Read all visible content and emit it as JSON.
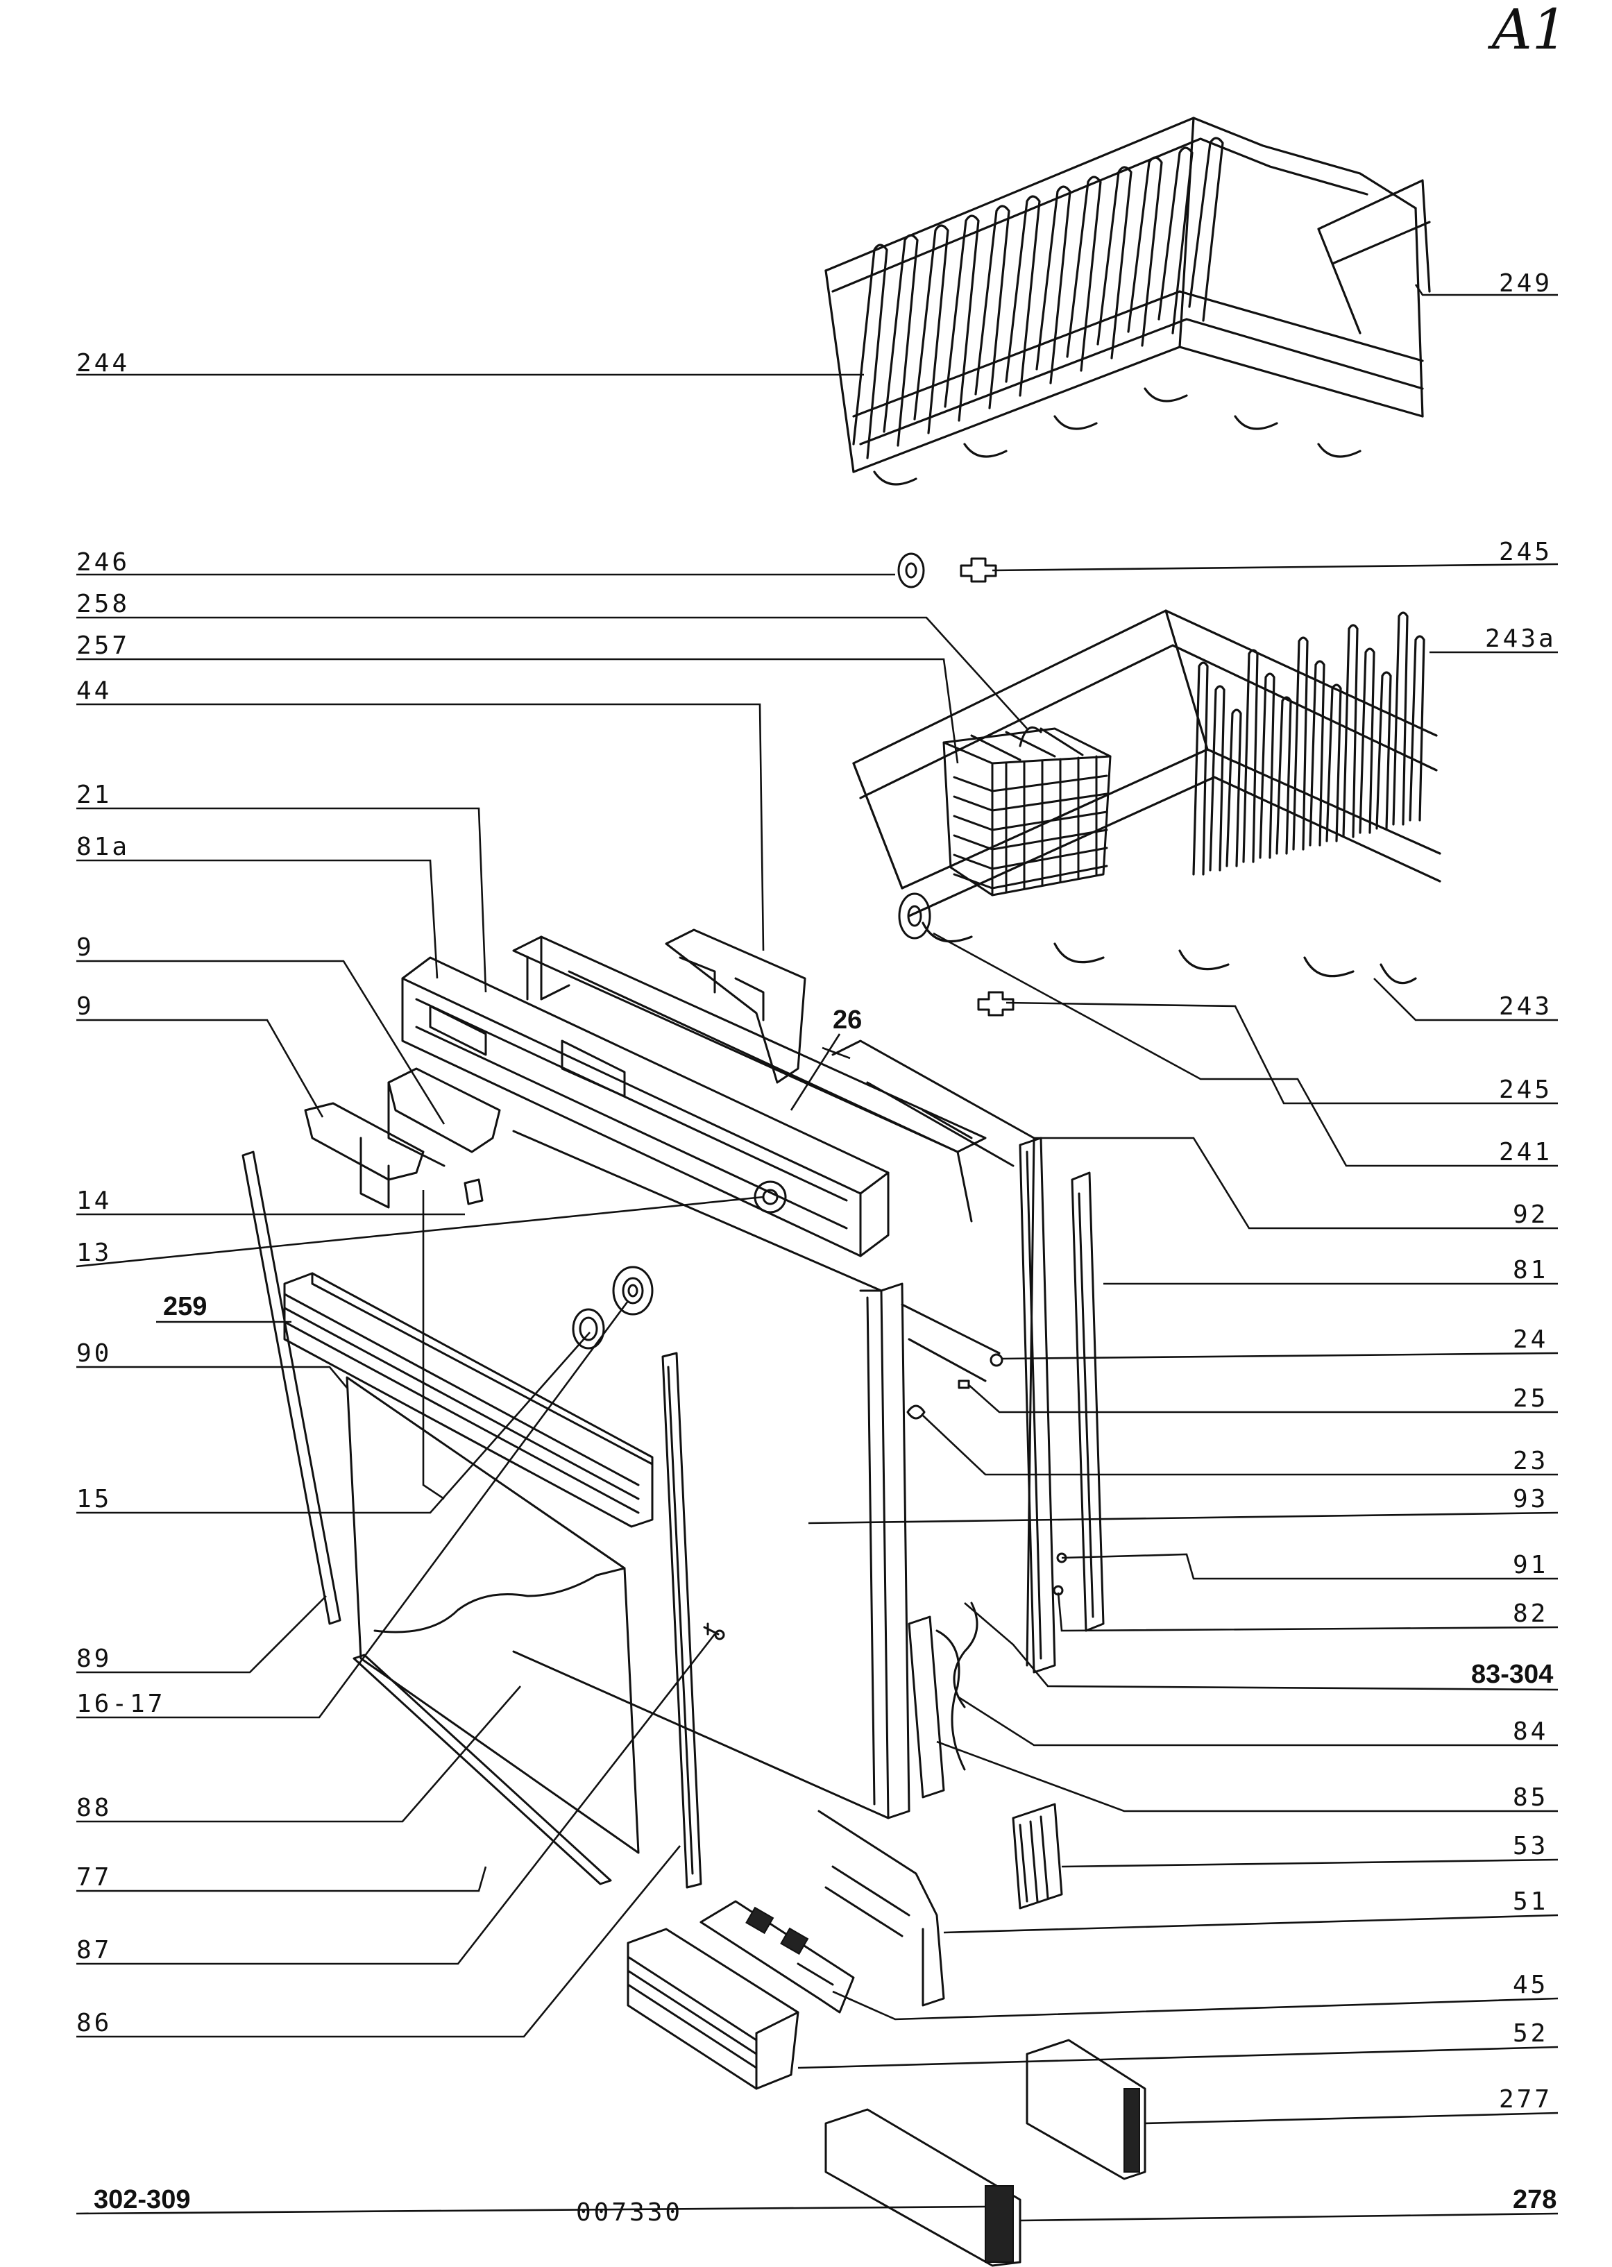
{
  "page_code": "A1",
  "footer_code": "007330",
  "parts": {
    "p244": "244",
    "p249": "249",
    "p246": "246",
    "p245a": "245",
    "p258": "258",
    "p243a": "243a",
    "p257": "257",
    "p44": "44",
    "p21": "21",
    "p81a": "81a",
    "p9a": "9",
    "p9b": "9",
    "p26": "26",
    "p243": "243",
    "p245b": "245",
    "p241": "241",
    "p92": "92",
    "p81": "81",
    "p14": "14",
    "p13": "13",
    "p24": "24",
    "p259": "259",
    "p90": "90",
    "p25": "25",
    "p23": "23",
    "p15": "15",
    "p93": "93",
    "p91": "91",
    "p82": "82",
    "p89": "89",
    "p83_304": "83-304",
    "p16_17": "16-17",
    "p84": "84",
    "p85": "85",
    "p88": "88",
    "p53": "53",
    "p77": "77",
    "p51": "51",
    "p87": "87",
    "p45": "45",
    "p86": "86",
    "p52": "52",
    "p277": "277",
    "p302_309": "302-309",
    "p278": "278"
  }
}
